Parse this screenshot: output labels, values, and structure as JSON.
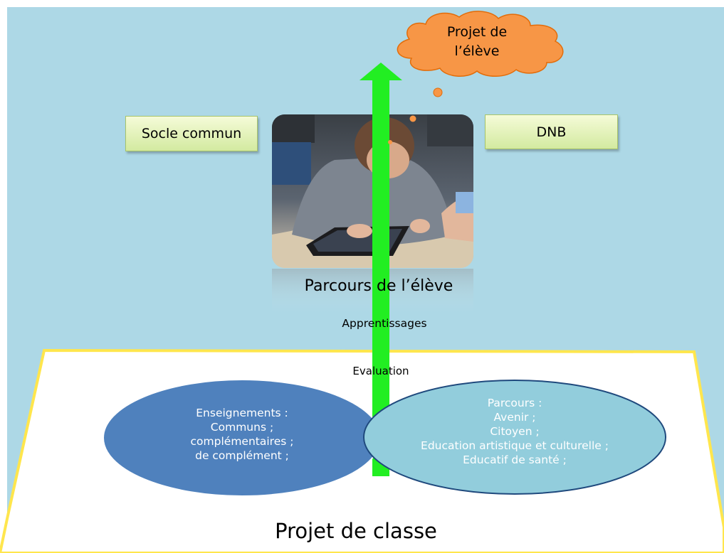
{
  "cloud": {
    "line1": "Projet de",
    "line2": "l’élève"
  },
  "boxes": {
    "left": "Socle commun",
    "right": "DNB"
  },
  "photo_caption": "Parcours de l’élève",
  "arrow_label": "Apprentissages",
  "base": {
    "evaluation_label": "Evaluation",
    "title": "Projet de classe"
  },
  "ellipse_left": {
    "lines": [
      "Enseignements :",
      "Communs ;",
      "complémentaires ;",
      "de complément ;"
    ]
  },
  "ellipse_right": {
    "lines": [
      "Parcours :",
      "Avenir ;",
      "Citoyen ;",
      "Education artistique et culturelle ;",
      "Educatif de santé ;"
    ]
  },
  "colors": {
    "background": "#add8e6",
    "arrow": "#22ee22",
    "cloud_fill": "#f79646",
    "ellipse_left_fill": "#4f81bd",
    "ellipse_right_fill": "#92cddc",
    "base_fill": "#ffffff",
    "base_border": "#ffe64d"
  }
}
